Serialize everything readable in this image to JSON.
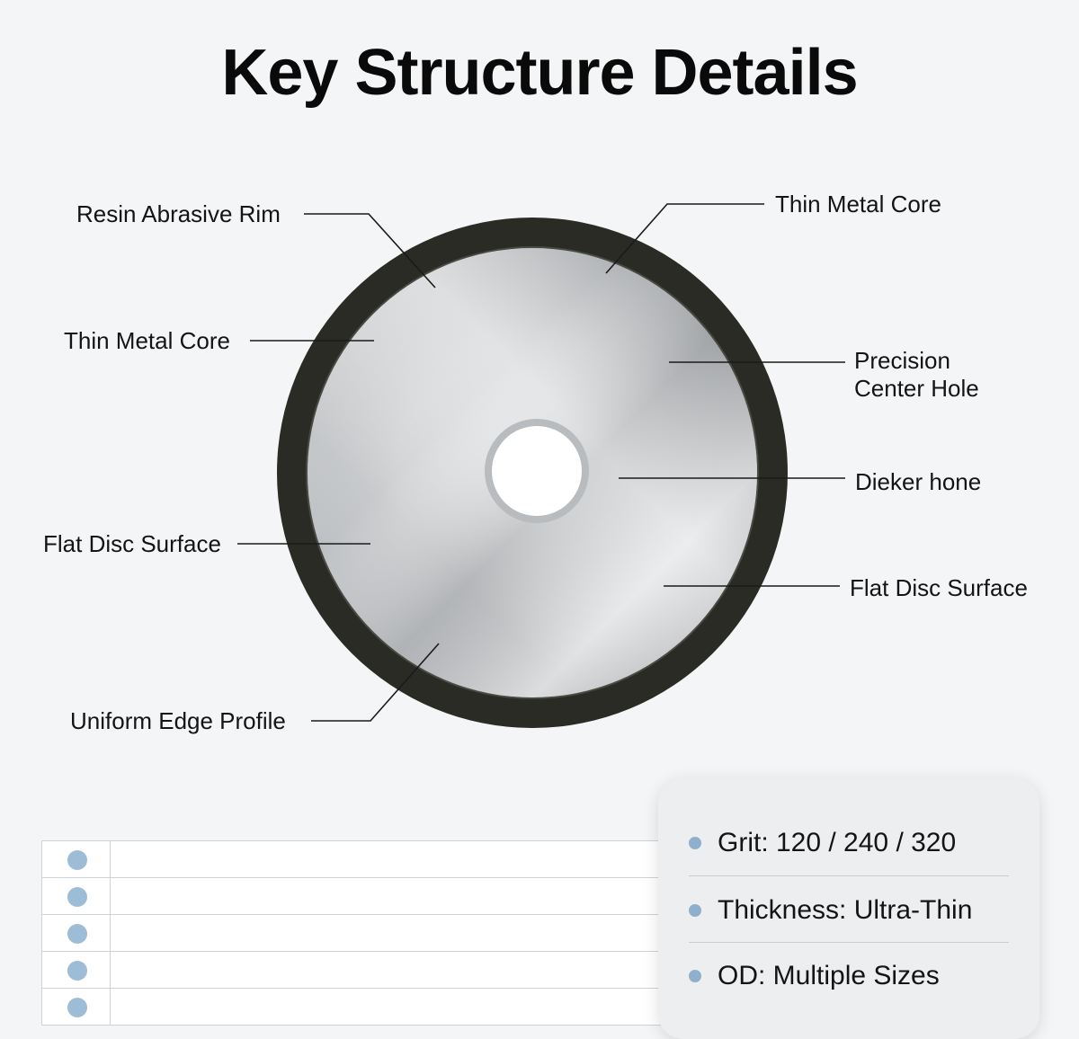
{
  "title": "Key Structure Details",
  "callouts": {
    "left": [
      "Resin Abrasive Rim",
      "Thin Metal Core",
      "Flat Disc Surface",
      "Uniform Edge Profile"
    ],
    "right": [
      "Thin Metal Core",
      "Precision",
      "Center Hole",
      "Dieker hone",
      "Flat Disc Surface"
    ]
  },
  "list_rows": 5,
  "specs": [
    "Grit: 120 / 240 / 320",
    "Thickness: Ultra-Thin",
    "OD: Multiple Sizes"
  ],
  "colors": {
    "rim": "#2b2b25",
    "core_light": "#e9eaeb",
    "core_mid": "#b9bcbf",
    "bullet": "#9dbcd6",
    "background": "#f4f5f6"
  }
}
